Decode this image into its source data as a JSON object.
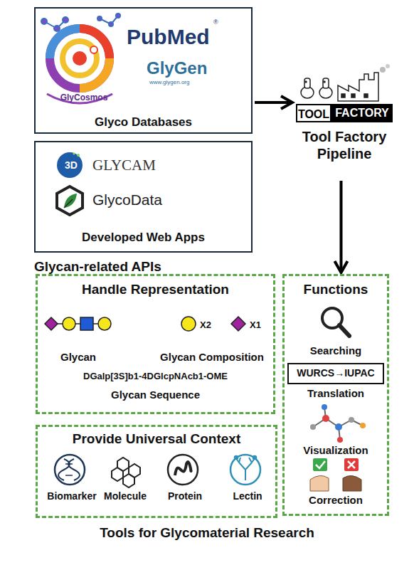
{
  "diagram": {
    "nodes": [
      {
        "text": [
          "PubMed",
          "GlyGen",
          "www.glygen.org",
          "GlyCosmos",
          "Glyco Databases"
        ]
      },
      {
        "text": [
          "3D",
          "GLYCAM",
          "GlycoData",
          "Developed Web Apps"
        ]
      },
      {
        "text": [
          "TOOL",
          "FACTORY",
          "Tool Factory Pipeline"
        ]
      },
      {
        "text": [
          "Handle Representation",
          "X2",
          "X1",
          "Glycan",
          "Glycan Composition",
          "DGalp[3S]b1-4DGlcpNAcb1-OME",
          "Glycan Sequence"
        ]
      },
      {
        "text": [
          "Functions",
          "Searching",
          "Translation",
          "Visualization",
          "Correction"
        ]
      },
      {
        "text": [
          "WURCS→IUPAC"
        ],
        "in": 4
      },
      {
        "text": [
          "Provide Universal Context",
          "Biomarker",
          "Molecule",
          "Protein",
          "Lectin"
        ]
      }
    ],
    "edges": [
      {
        "from": 0,
        "to": 2,
        "arrow": "to"
      },
      {
        "from": 2,
        "to": 4,
        "arrow": "to"
      }
    ],
    "labels": [
      "®",
      "Glycan-related APIs",
      "Tools for Glycomaterial Research"
    ]
  }
}
